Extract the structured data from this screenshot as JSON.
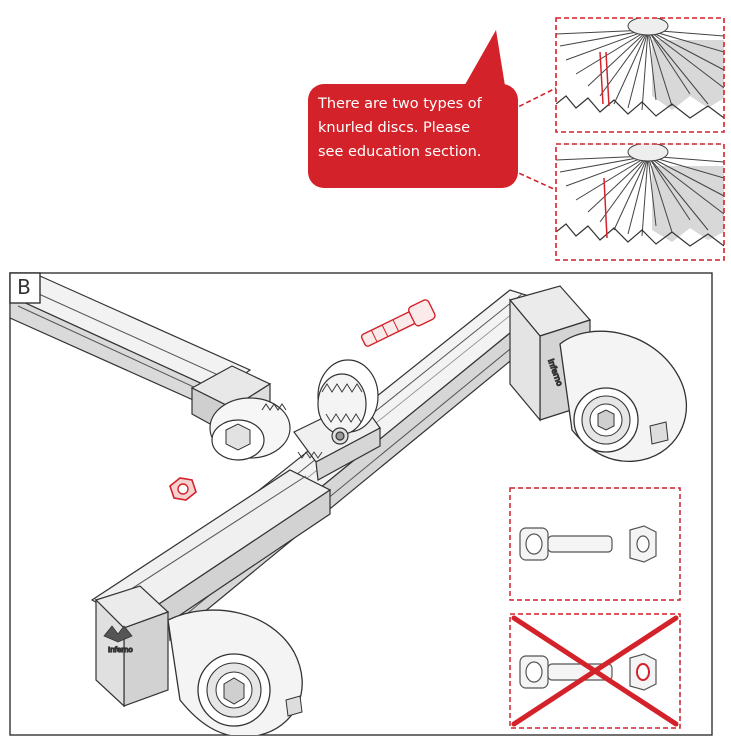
{
  "callout": {
    "lines": [
      "There are two types of",
      "knurled discs. Please",
      "see education section."
    ]
  },
  "panel": {
    "label": "B"
  },
  "colors": {
    "accent": "#d4222a",
    "line": "#333333",
    "fill_light": "#f2f2f2",
    "fill_shade": "#d6d6d6"
  },
  "icons": {
    "knurled_disc": "knurled-disc-icon",
    "bolt": "socket-head-bolt-icon",
    "nut": "hex-nut-icon",
    "cross": "cross-out-icon"
  }
}
